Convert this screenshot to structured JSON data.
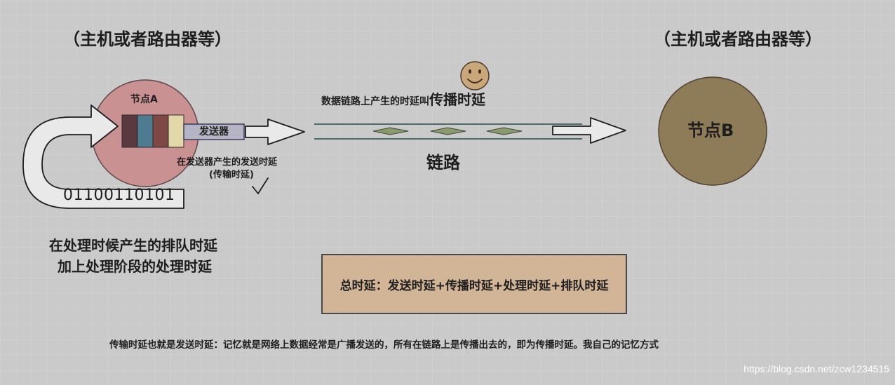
{
  "host_left_title": "（主机或者路由器等）",
  "host_right_title": "（主机或者路由器等）",
  "node_a_label": "节点A",
  "node_b_label": "节点B",
  "sender_label": "发送器",
  "sender_delay_label": "在发送器产生的发送时延",
  "sender_delay_sub": "(传输时延)",
  "bits": "01100110101",
  "queue_line1": "在处理时候产生的排队时延",
  "queue_line2": "加上处理阶段的处理时延",
  "propagation_label_prefix": "数据链路上产生的时延叫",
  "propagation_label_emphasis": "传播时延",
  "link_label": "链路",
  "total_delay": "总时延：发送时延+传播时延+处理时延+排队时延",
  "footnote": "传输时延也就是发送时延：记忆就是网络上数据经常是广播发送的，所有在链路上是传播出去的，即为传播时延。我自己的记忆方式",
  "watermark": "https://blog.csdn.net/zcw1234515",
  "colors": {
    "node_a_fill": "#c99191",
    "node_b_fill": "#8e7b58",
    "total_box_fill": "#d2b497",
    "sender_fill": "#b4b4c4",
    "queue_slot_colors": [
      "#5a3a40",
      "#4e7b90",
      "#7e4846",
      "#e3d9a8"
    ],
    "link_line": "#4e6a6a",
    "packet_fill": "#8a9a6a",
    "smiley_fill": "#c9a77a"
  },
  "icons": [
    "smiley-icon",
    "checkmark-icon",
    "arrow-icon"
  ]
}
